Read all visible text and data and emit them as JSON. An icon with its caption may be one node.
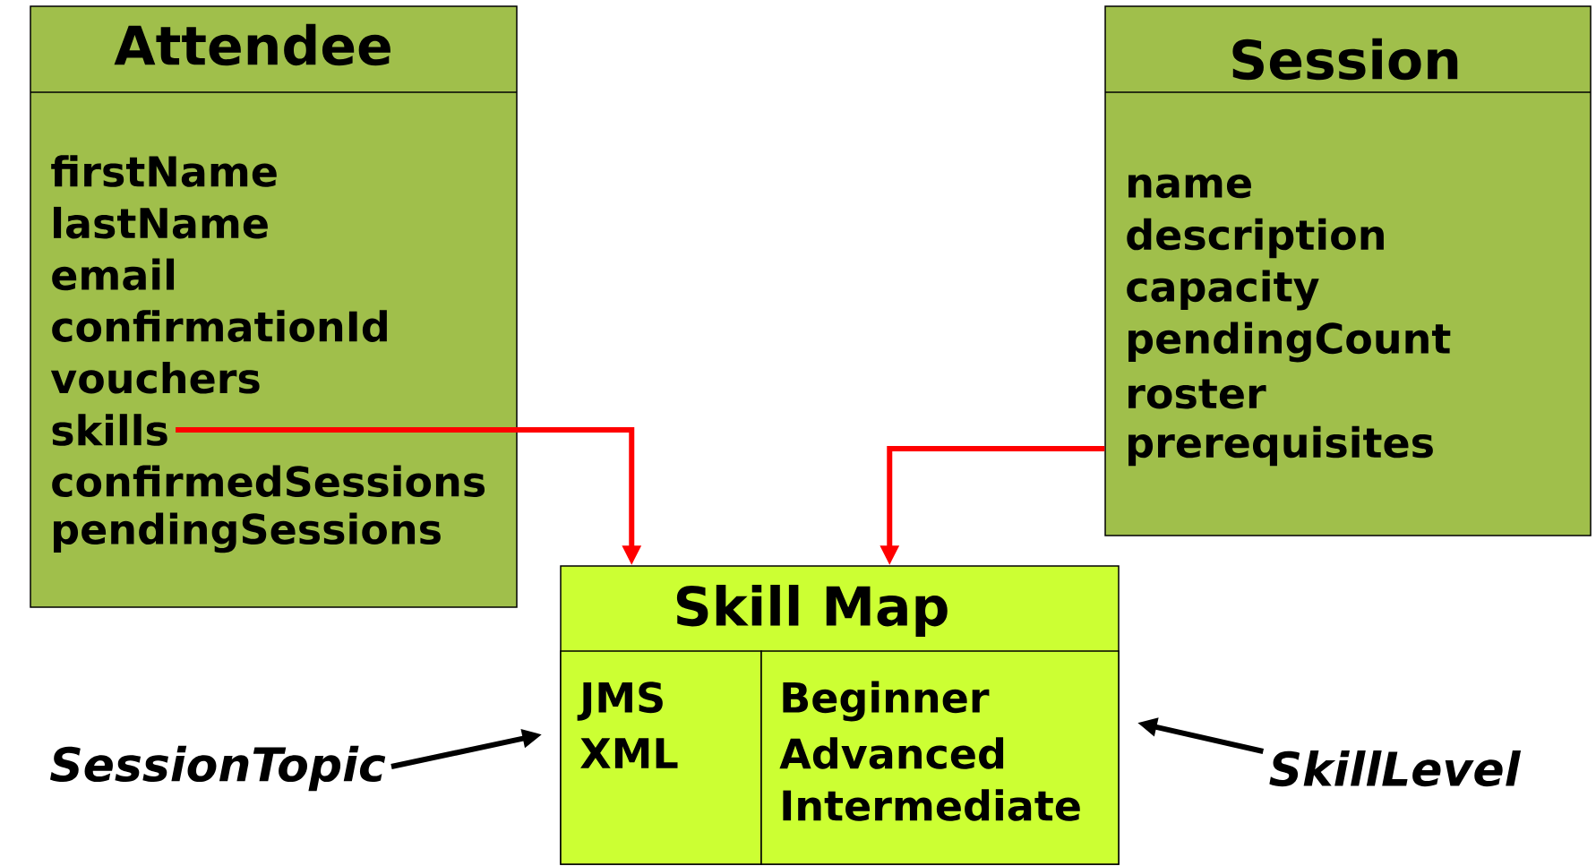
{
  "diagram": {
    "nodes": [
      {
        "text": [
          "Attendee",
          "firstName",
          "lastName",
          "email",
          "confirmationId",
          "vouchers",
          "confirmedSessions",
          "pendingSessions"
        ]
      },
      {
        "text": [
          "skills"
        ],
        "in": 0
      },
      {
        "text": [
          "Session",
          "name",
          "description",
          "capacity",
          "pendingCount",
          "roster",
          "prerequisites"
        ]
      },
      {
        "text": [
          "Skill Map"
        ]
      },
      {
        "text": [
          "JMS",
          "XML"
        ],
        "in": 3
      },
      {
        "text": [
          "Beginner",
          "Advanced",
          "Intermediate"
        ],
        "in": 3
      },
      {
        "text": [
          "SessionTopic"
        ]
      },
      {
        "text": [
          "SkillLevel"
        ]
      }
    ],
    "edges": [
      {
        "from": 1,
        "to": 3,
        "arrow": "to",
        "color": "#ff0000"
      },
      {
        "from": 2,
        "to": 3,
        "arrow": "to",
        "color": "#ff0000"
      },
      {
        "from": 6,
        "to": 4,
        "arrow": "to",
        "color": "#000000"
      },
      {
        "from": 7,
        "to": 5,
        "arrow": "to",
        "color": "#000000"
      }
    ]
  }
}
